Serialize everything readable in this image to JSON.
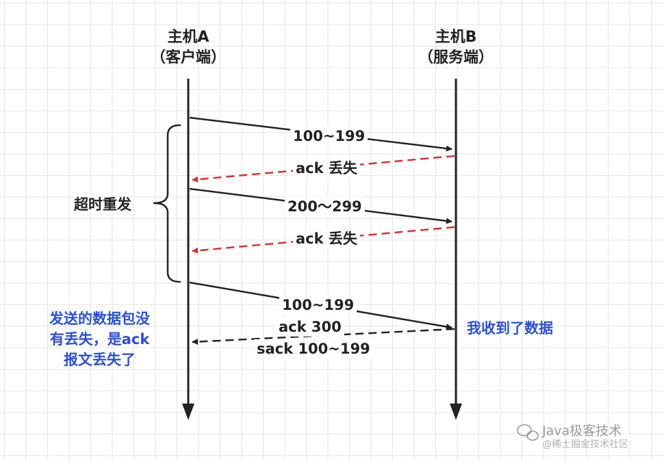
{
  "host_a": {
    "name": "主机A",
    "role": "（客户端）"
  },
  "host_b": {
    "name": "主机B",
    "role": "（服务端）"
  },
  "messages": {
    "seg1": "100~199",
    "ack_lost_1": "ack  丢失",
    "seg2": "200～299",
    "ack_lost_2": "ack  丢失",
    "seg3": "100~199",
    "ack300": "ack 300",
    "sack": "sack 100~199"
  },
  "brace_label": "超时重发",
  "note_left": [
    "发送的数据包没",
    "有丢失，是ack",
    "报文丢失了"
  ],
  "note_right": "我收到了数据",
  "watermark": {
    "title": "Java极客技术",
    "sub": "@稀土掘金技术社区"
  },
  "colors": {
    "line": "#222222",
    "lost": "#d8302f",
    "note": "#2b4fd6"
  }
}
